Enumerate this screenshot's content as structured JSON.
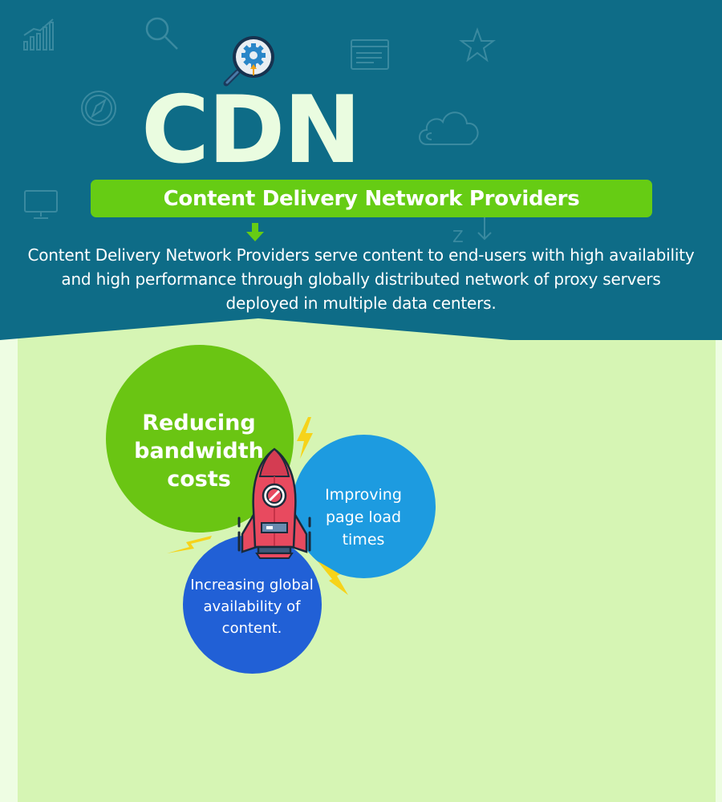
{
  "header": {
    "title": "CDN",
    "subtitle": "Content Delivery Network Providers",
    "description": "Content Delivery Network Providers serve content to end-users with high availability and high performance through globally distributed network of proxy servers deployed in multiple data centers."
  },
  "benefits": [
    {
      "label": "Reducing bandwidth costs"
    },
    {
      "label": "Improving page load times"
    },
    {
      "label": "Increasing global availability of content."
    }
  ],
  "colors": {
    "header_bg": "#0e6c87",
    "banner": "#66cc14",
    "panel_bg": "#d6f5b4",
    "circle_green": "#6ac513",
    "circle_blue": "#1d9be0",
    "circle_navy": "#2160d6"
  },
  "icons": [
    "chart-icon",
    "search-icon",
    "gear-magnifier-icon",
    "browser-window-icon",
    "star-icon",
    "compass-icon",
    "cloud-icon",
    "monitor-icon",
    "sort-icon",
    "rocket-icon",
    "lightning-icon",
    "arrow-down-icon"
  ]
}
